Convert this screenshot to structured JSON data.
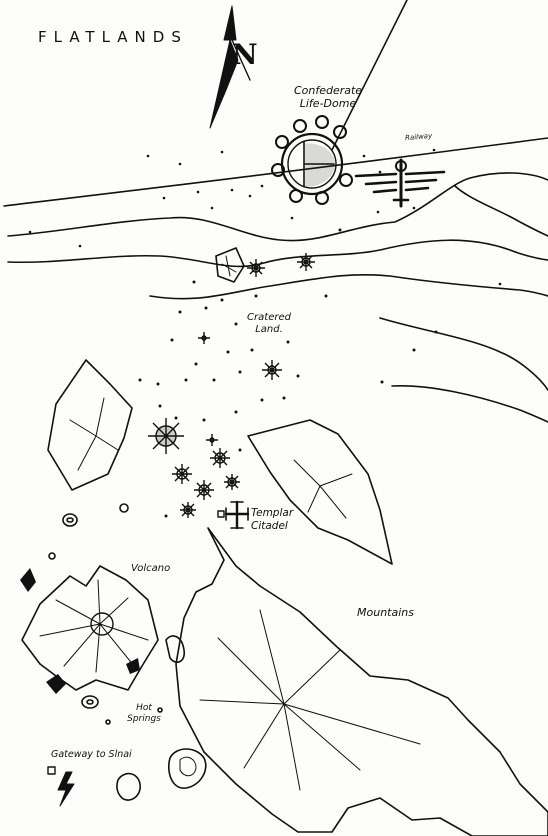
{
  "map": {
    "labels": {
      "flatlands": "FLATLANDS",
      "confederate_dome": "Confederate\nLife-Dome",
      "railway": "Railway",
      "cratered_land": "Cratered\nLand.",
      "templar_citadel": "Templar\nCitadel",
      "volcano": "Volcano",
      "mountains": "Mountains",
      "hot_springs": "Hot\nSprings",
      "gateway": "Gateway to Slnai"
    },
    "compass": {
      "letter": "N"
    },
    "icons": [
      "compass-rose-icon",
      "life-dome-icon",
      "templar-eagle-icon",
      "templar-cross-icon",
      "gateway-lightning-icon",
      "crater-icon",
      "volcano-icon",
      "hot-spring-icon"
    ],
    "ink_color": "#111111",
    "paper_color": "#fdfdfb"
  }
}
